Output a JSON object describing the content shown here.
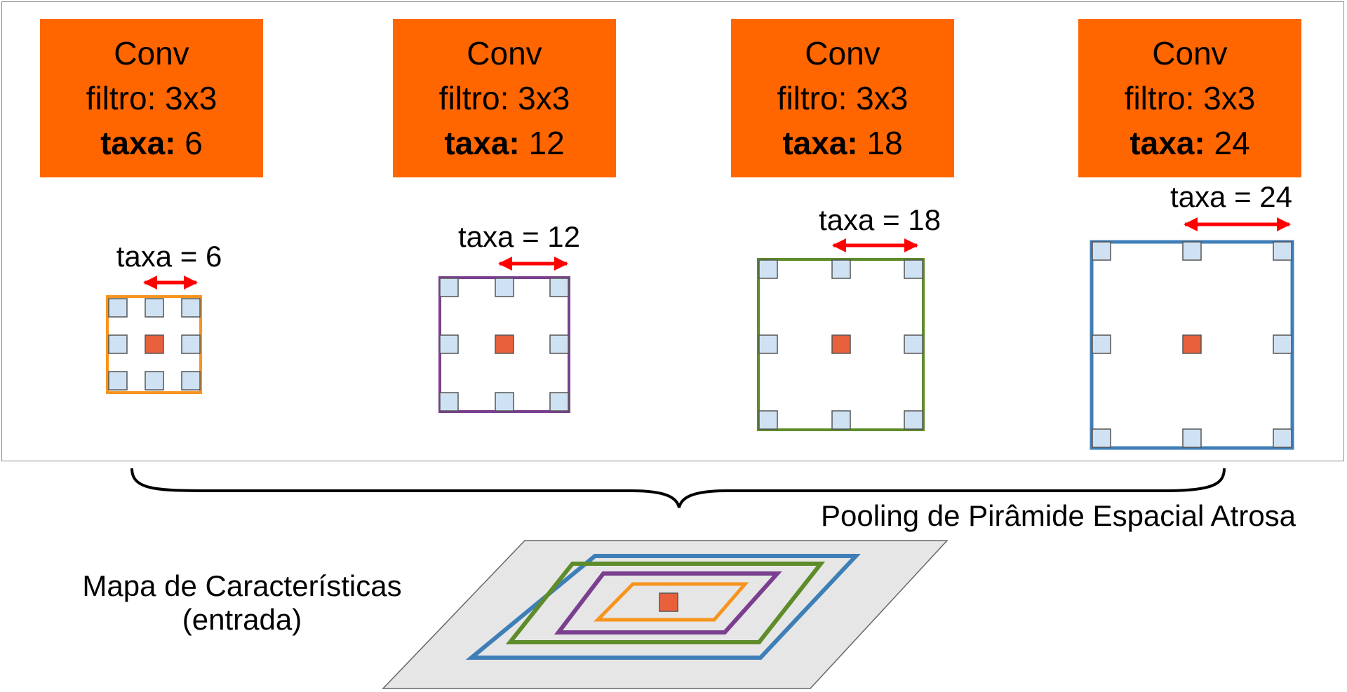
{
  "conv_blocks": [
    {
      "title": "Conv",
      "filter_label": "filtro: 3x3",
      "rate_label": "taxa:",
      "rate_value": "6"
    },
    {
      "title": "Conv",
      "filter_label": "filtro: 3x3",
      "rate_label": "taxa:",
      "rate_value": "12"
    },
    {
      "title": "Conv",
      "filter_label": "filtro: 3x3",
      "rate_label": "taxa:",
      "rate_value": "18"
    },
    {
      "title": "Conv",
      "filter_label": "filtro: 3x3",
      "rate_label": "taxa:",
      "rate_value": "24"
    }
  ],
  "rate_labels": [
    "taxa = 6",
    "taxa = 12",
    "taxa = 18",
    "taxa = 24"
  ],
  "aspp_caption": "Pooling de Pirâmide Espacial Atrosa",
  "feature_map_caption": [
    "Mapa de Características",
    "(entrada)"
  ],
  "colors": {
    "conv_fill": "#FF6600",
    "rate_6": "#F7941D",
    "rate_12": "#7B3F8F",
    "rate_18": "#5E8C2A",
    "rate_24": "#3F7FB8",
    "center_cell": "#E8603C",
    "sample_cell": "#CFE2F3",
    "arrow": "#FF0000",
    "plane": "#E6E6E6"
  }
}
